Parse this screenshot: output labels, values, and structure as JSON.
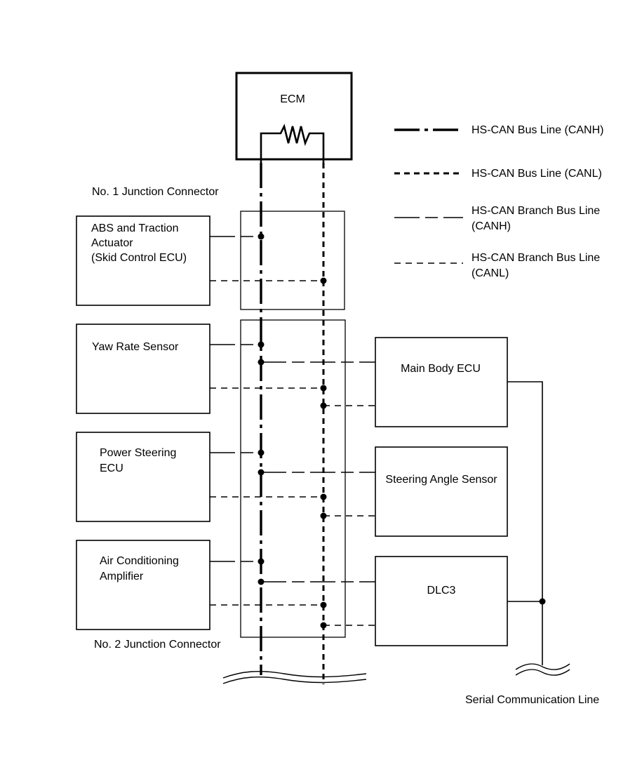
{
  "ecm": {
    "label": "ECM"
  },
  "junction": {
    "no1_label": "No. 1 Junction Connector",
    "no2_label": "No. 2 Junction Connector"
  },
  "components_left": {
    "abs": {
      "line1": "ABS and Traction",
      "line2": "Actuator",
      "line3": "(Skid Control ECU)"
    },
    "yaw": {
      "line1": "Yaw Rate Sensor"
    },
    "power_steering": {
      "line1": "Power Steering",
      "line2": "ECU"
    },
    "air_conditioning": {
      "line1": "Air Conditioning",
      "line2": "Amplifier"
    }
  },
  "components_right": {
    "main_body": {
      "label": "Main Body ECU"
    },
    "steering_angle": {
      "label": "Steering Angle Sensor"
    },
    "dlc3": {
      "label": "DLC3"
    }
  },
  "legend": {
    "canh_bus": "HS-CAN Bus Line (CANH)",
    "canl_bus": "HS-CAN Bus Line (CANL)",
    "canh_branch_line1": "HS-CAN Branch Bus Line",
    "canh_branch_line2": "(CANH)",
    "canl_branch_line1": "HS-CAN Branch Bus Line",
    "canl_branch_line2": "(CANL)"
  },
  "serial_line": {
    "label": "Serial Communication Line"
  }
}
